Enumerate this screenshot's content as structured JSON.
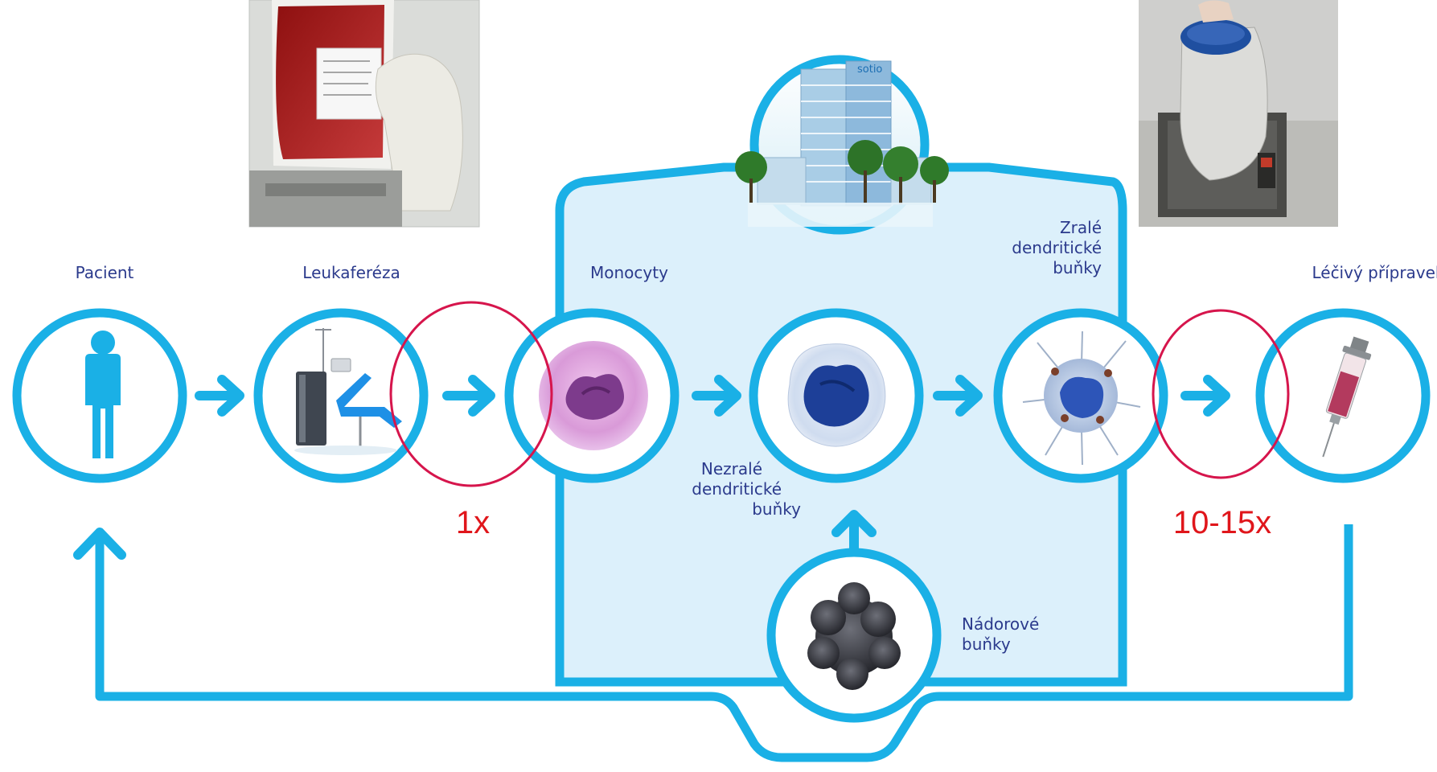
{
  "colors": {
    "accent": "#1ab0e6",
    "panel": "#dcf0fb",
    "label": "#2b3a8c",
    "highlight": "#d6154c",
    "annotation": "#e0161b"
  },
  "steps": {
    "pacient": "Pacient",
    "leukafereza": "Leukaferéza",
    "monocyty": "Monocyty",
    "nezrale": [
      "Nezralé",
      "dendritické",
      "buňky"
    ],
    "zrale": [
      "Zralé",
      "dendritické",
      "buňky"
    ],
    "pripravek": "Léčivý přípravek",
    "nadorove": [
      "Nádorové",
      "buňky"
    ]
  },
  "building_logo": "sotio",
  "annotations": {
    "first": "1x",
    "second": "10-15x"
  },
  "icons": [
    "person-icon",
    "leukapheresis-chair-icon",
    "monocyte-cell-icon",
    "immature-dendritic-cell-icon",
    "mature-dendritic-cell-icon",
    "syringe-icon",
    "tumor-cell-icon",
    "sotio-building-icon",
    "blood-bag-photo",
    "cryo-container-photo"
  ]
}
